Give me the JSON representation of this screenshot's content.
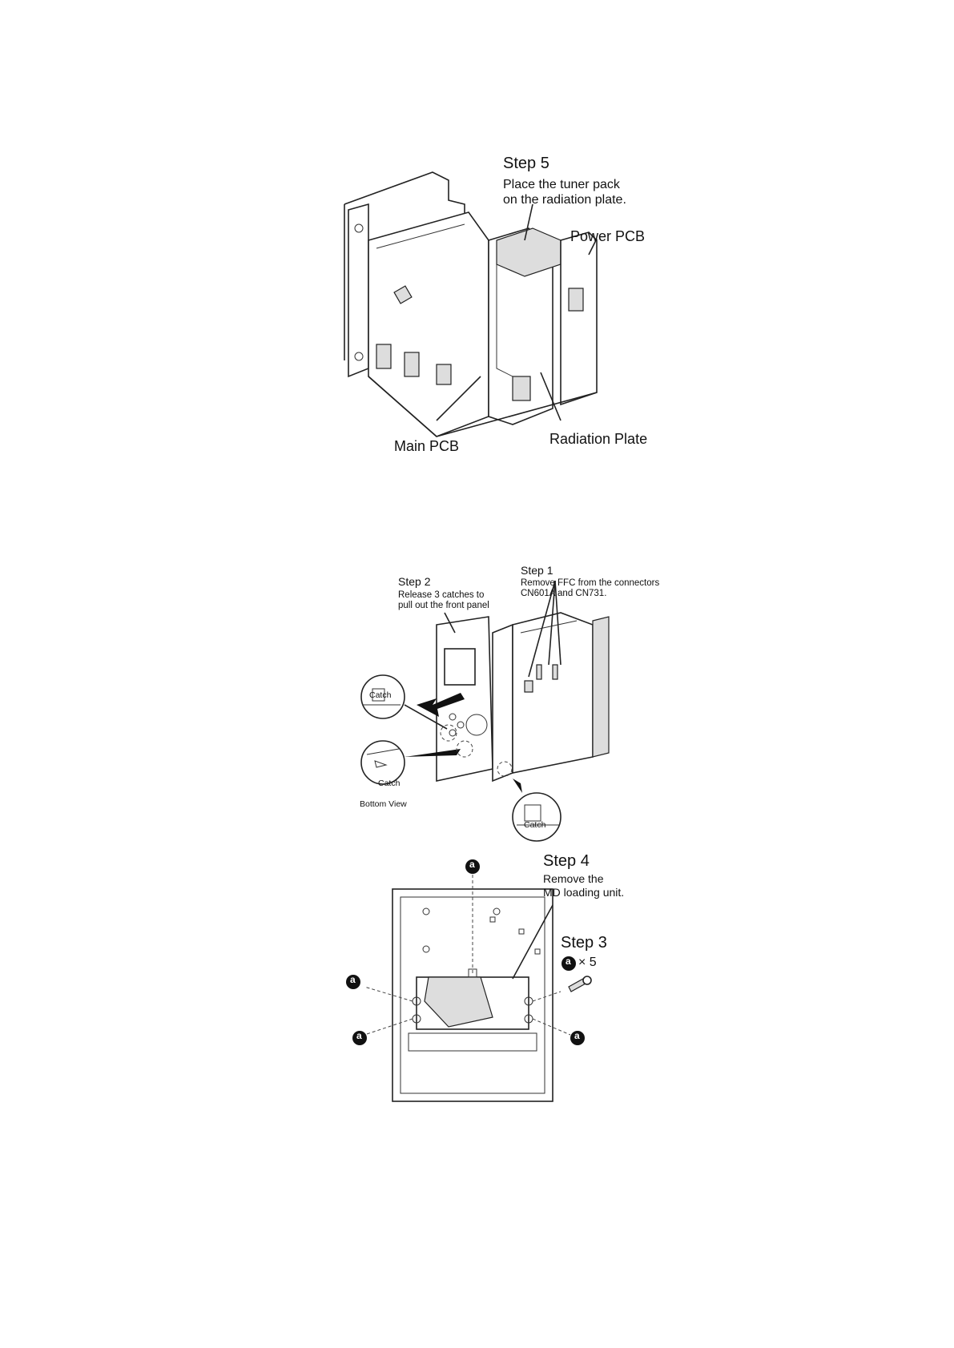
{
  "figure1": {
    "step5_title": "Step 5",
    "step5_line1": "Place the tuner pack",
    "step5_line2": "on the radiation plate.",
    "power_pcb": "Power PCB",
    "main_pcb": "Main PCB",
    "radiation_plate": "Radiation Plate"
  },
  "figure2": {
    "step2_title": "Step 2",
    "step2_line1": "Release 3 catches to",
    "step2_line2": "pull out the front panel",
    "step1_title": "Step 1",
    "step1_line1": "Remove FFC from the connectors",
    "step1_line2": "CN601A and CN731.",
    "catch_label": "Catch",
    "bottom_view": "Bottom View"
  },
  "figure3": {
    "step4_title": "Step 4",
    "step4_line1": "Remove the",
    "step4_line2": "MD loading unit.",
    "step3_title": "Step 3",
    "screw_mark": "a",
    "screw_count": "× 5"
  }
}
